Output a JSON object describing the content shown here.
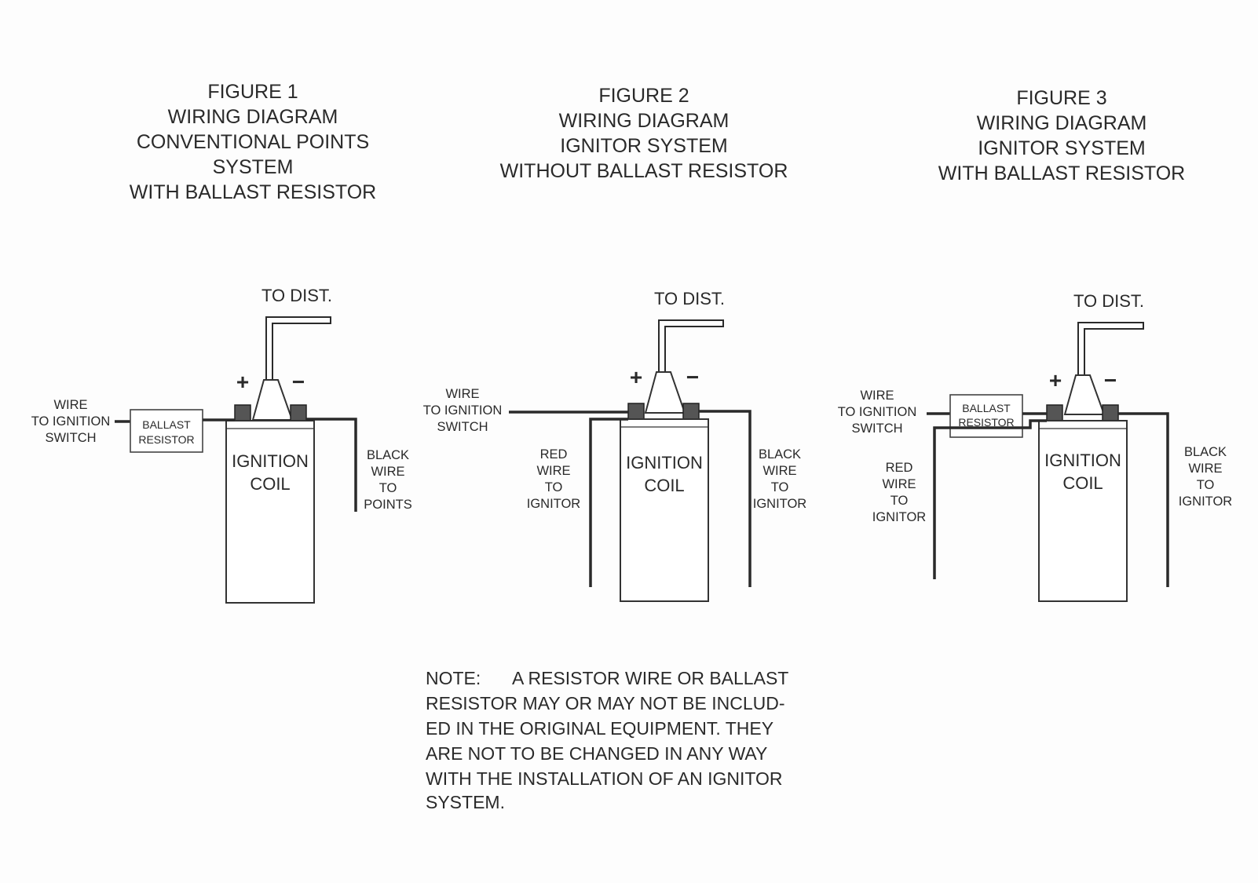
{
  "figure_1": {
    "title_lines": [
      "FIGURE 1",
      "WIRING DIAGRAM",
      "CONVENTIONAL POINTS",
      "SYSTEM",
      "WITH BALLAST RESISTOR"
    ],
    "to_dist": "TO DIST.",
    "plus": "+",
    "minus": "−",
    "switch_wire_lines": [
      "WIRE",
      "TO IGNITION",
      "SWITCH"
    ],
    "resistor_lines": [
      "BALLAST",
      "RESISTOR"
    ],
    "coil_lines": [
      "IGNITION",
      "COIL"
    ],
    "right_wire_lines": [
      "BLACK",
      "WIRE",
      "TO",
      "POINTS"
    ]
  },
  "figure_2": {
    "title_lines": [
      "FIGURE 2",
      "WIRING DIAGRAM",
      "IGNITOR SYSTEM",
      "WITHOUT BALLAST RESISTOR"
    ],
    "to_dist": "TO DIST.",
    "plus": "+",
    "minus": "−",
    "switch_wire_lines": [
      "WIRE",
      "TO IGNITION",
      "SWITCH"
    ],
    "left_wire_lines": [
      "RED",
      "WIRE",
      "TO",
      "IGNITOR"
    ],
    "coil_lines": [
      "IGNITION",
      "COIL"
    ],
    "right_wire_lines": [
      "BLACK",
      "WIRE",
      "TO",
      "IGNITOR"
    ]
  },
  "figure_3": {
    "title_lines": [
      "FIGURE 3",
      "WIRING DIAGRAM",
      "IGNITOR SYSTEM",
      "WITH BALLAST RESISTOR"
    ],
    "to_dist": "TO DIST.",
    "plus": "+",
    "minus": "−",
    "switch_wire_lines": [
      "WIRE",
      "TO IGNITION",
      "SWITCH"
    ],
    "resistor_lines": [
      "BALLAST",
      "RESISTOR"
    ],
    "left_wire_lines": [
      "RED",
      "WIRE",
      "TO",
      "IGNITOR"
    ],
    "coil_lines": [
      "IGNITION",
      "COIL"
    ],
    "right_wire_lines": [
      "BLACK",
      "WIRE",
      "TO",
      "IGNITOR"
    ]
  },
  "note": {
    "label": "NOTE:",
    "first_line": "A RESISTOR WIRE OR BALLAST",
    "lines": [
      "RESISTOR MAY OR MAY NOT BE INCLUD-",
      "ED IN THE ORIGINAL EQUIPMENT. THEY",
      "ARE NOT TO BE CHANGED IN ANY WAY",
      "WITH THE INSTALLATION OF AN IGNITOR",
      "SYSTEM."
    ]
  }
}
